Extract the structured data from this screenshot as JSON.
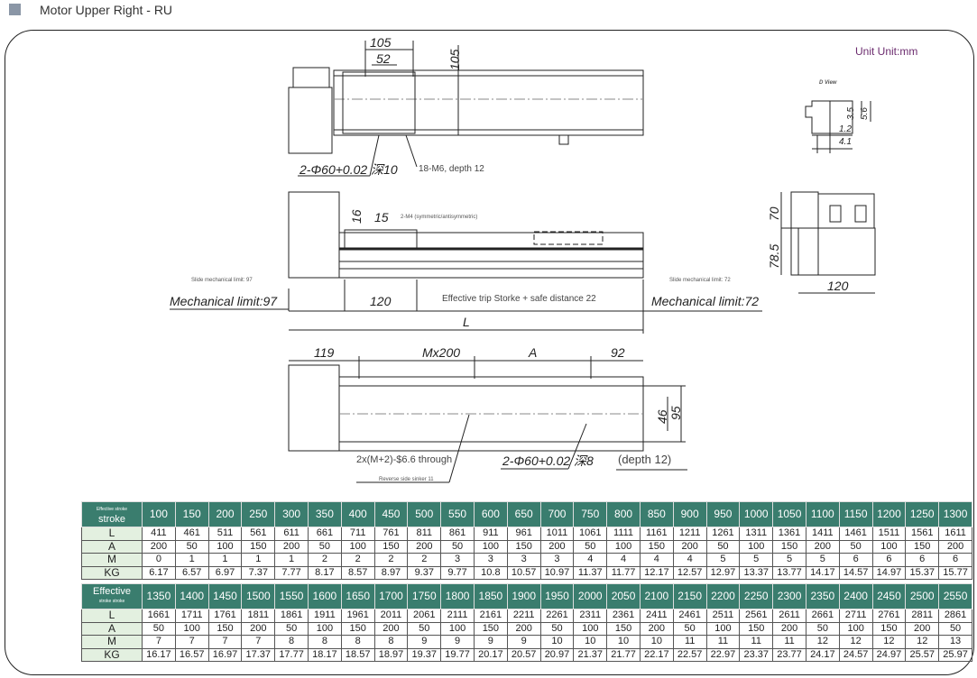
{
  "header": {
    "title": "Motor Upper Right  - RU"
  },
  "unit": "Unit Unit:mm",
  "top_view": {
    "dim_105_h": "105",
    "dim_52": "52",
    "dim_105_v": "105",
    "hole_note": "2-Φ60+0.02 深10",
    "tap_note": "18-M6, depth 12"
  },
  "d_view": {
    "title": "D View",
    "d1": "3.5",
    "d2": "5.6",
    "d3": "1.2",
    "d4": "4.1"
  },
  "side_view": {
    "dim_16": "16",
    "dim_15": "15",
    "m4_note": "2-M4 (symmetric/antisymmetric)",
    "slide_left": "Slide mechanical limit: 97",
    "slide_right": "Slide mechanical limit: 72",
    "mech_left": "Mechanical limit:97",
    "dim_120": "120",
    "effective": "Effective trip Storke + safe distance 22",
    "mech_right": "Mechanical limit:72",
    "dim_L": "L"
  },
  "end_view": {
    "dim_70": "70",
    "dim_785": "78.5",
    "dim_120": "120"
  },
  "bottom_view": {
    "dim_119": "119",
    "dim_m": "Mx200",
    "dim_a": "A",
    "dim_92": "92",
    "dim_46": "46",
    "dim_95": "95",
    "through_note": "2x(M+2)-$6.6 through",
    "sinker_note": "Reverse side sinker 11",
    "hole_note": "2-Φ60+0.02 深8",
    "depth_note": "(depth 12)"
  },
  "tables": [
    {
      "head_small": "Effective stroke",
      "head_label": "stroke",
      "row_labels": [
        "L",
        "A",
        "M",
        "KG"
      ],
      "stroke": [
        "100",
        "150",
        "200",
        "250",
        "300",
        "350",
        "400",
        "450",
        "500",
        "550",
        "600",
        "650",
        "700",
        "750",
        "800",
        "850",
        "900",
        "950",
        "1000",
        "1050",
        "1100",
        "1150",
        "1200",
        "1250",
        "1300"
      ],
      "L": [
        "411",
        "461",
        "511",
        "561",
        "611",
        "661",
        "711",
        "761",
        "811",
        "861",
        "911",
        "961",
        "1011",
        "1061",
        "1111",
        "1161",
        "1211",
        "1261",
        "1311",
        "1361",
        "1411",
        "1461",
        "1511",
        "1561",
        "1611"
      ],
      "A": [
        "200",
        "50",
        "100",
        "150",
        "200",
        "50",
        "100",
        "150",
        "200",
        "50",
        "100",
        "150",
        "200",
        "50",
        "100",
        "150",
        "200",
        "50",
        "100",
        "150",
        "200",
        "50",
        "100",
        "150",
        "200"
      ],
      "M": [
        "0",
        "1",
        "1",
        "1",
        "1",
        "2",
        "2",
        "2",
        "2",
        "3",
        "3",
        "3",
        "3",
        "4",
        "4",
        "4",
        "4",
        "5",
        "5",
        "5",
        "5",
        "6",
        "6",
        "6",
        "6"
      ],
      "KG": [
        "6.17",
        "6.57",
        "6.97",
        "7.37",
        "7.77",
        "8.17",
        "8.57",
        "8.97",
        "9.37",
        "9.77",
        "10.8",
        "10.57",
        "10.97",
        "11.37",
        "11.77",
        "12.17",
        "12.57",
        "12.97",
        "13.37",
        "13.77",
        "14.17",
        "14.57",
        "14.97",
        "15.37",
        "15.77"
      ]
    },
    {
      "head_small": "stroke stroke",
      "head_label": "Effective",
      "row_labels": [
        "L",
        "A",
        "M",
        "KG"
      ],
      "stroke": [
        "1350",
        "1400",
        "1450",
        "1500",
        "1550",
        "1600",
        "1650",
        "1700",
        "1750",
        "1800",
        "1850",
        "1900",
        "1950",
        "2000",
        "2050",
        "2100",
        "2150",
        "2200",
        "2250",
        "2300",
        "2350",
        "2400",
        "2450",
        "2500",
        "2550"
      ],
      "L": [
        "1661",
        "1711",
        "1761",
        "1811",
        "1861",
        "1911",
        "1961",
        "2011",
        "2061",
        "2111",
        "2161",
        "2211",
        "2261",
        "2311",
        "2361",
        "2411",
        "2461",
        "2511",
        "2561",
        "2611",
        "2661",
        "2711",
        "2761",
        "2811",
        "2861"
      ],
      "A": [
        "50",
        "100",
        "150",
        "200",
        "50",
        "100",
        "150",
        "200",
        "50",
        "100",
        "150",
        "200",
        "50",
        "100",
        "150",
        "200",
        "50",
        "100",
        "150",
        "200",
        "50",
        "100",
        "150",
        "200",
        "50"
      ],
      "M": [
        "7",
        "7",
        "7",
        "7",
        "8",
        "8",
        "8",
        "8",
        "9",
        "9",
        "9",
        "9",
        "10",
        "10",
        "10",
        "10",
        "11",
        "11",
        "11",
        "11",
        "12",
        "12",
        "12",
        "12",
        "13"
      ],
      "KG": [
        "16.17",
        "16.57",
        "16.97",
        "17.37",
        "17.77",
        "18.17",
        "18.57",
        "18.97",
        "19.37",
        "19.77",
        "20.17",
        "20.57",
        "20.97",
        "21.37",
        "21.77",
        "22.17",
        "22.57",
        "22.97",
        "23.37",
        "23.77",
        "24.17",
        "24.57",
        "24.97",
        "25.57",
        "25.97"
      ]
    }
  ]
}
